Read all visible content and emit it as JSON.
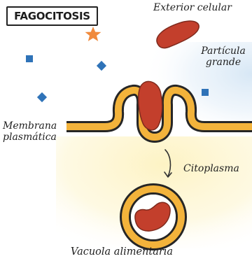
{
  "title": "FAGOCITOSIS",
  "labels": {
    "exterior": "Exterior celular",
    "particle_line1": "Partícula",
    "particle_line2": "grande",
    "membrane_line1": "Membrana",
    "membrane_line2": "plasmática",
    "cytoplasm": "Citoplasma",
    "vacuole": "Vacuola alimentaria"
  },
  "colors": {
    "membrane_fill": "#f3b33b",
    "outline": "#262626",
    "particle": "#c33f2c",
    "particle_outline": "#7e2a1d",
    "star": "#f08a3c",
    "square": "#2f73b8",
    "outside_wash": "#d7e7f5",
    "inside_wash": "#fdf5d2"
  },
  "icons": {
    "star": "star-icon",
    "squares": "square-marker-icon",
    "diamonds": "diamond-marker-icon",
    "arrow": "curved-arrow-icon"
  }
}
